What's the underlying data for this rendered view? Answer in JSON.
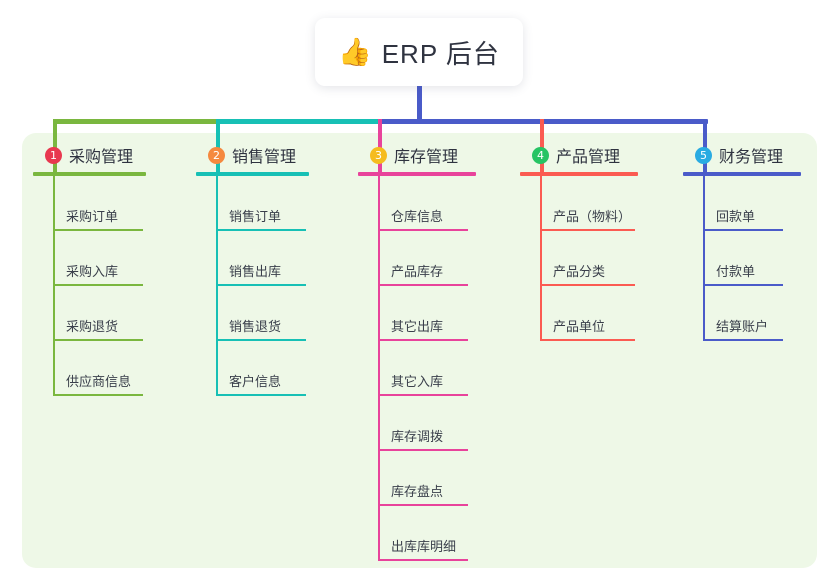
{
  "root": {
    "emoji": "👍",
    "emoji_name": "thumbs-up-icon",
    "title": "ERP 后台"
  },
  "theme": {
    "panel_bg": "#eef8e7",
    "card_bg": "#ffffff",
    "text": "#2f3340",
    "trunk": "#4a5bc9"
  },
  "columns": [
    {
      "number": "1",
      "title": "采购管理",
      "badge_color": "#e8384f",
      "line_color": "#7ab73f",
      "items": [
        {
          "label": "采购订单"
        },
        {
          "label": "采购入库"
        },
        {
          "label": "采购退货"
        },
        {
          "label": "供应商信息"
        }
      ]
    },
    {
      "number": "2",
      "title": "销售管理",
      "badge_color": "#f5893f",
      "line_color": "#17c0b5",
      "items": [
        {
          "label": "销售订单"
        },
        {
          "label": "销售出库"
        },
        {
          "label": "销售退货"
        },
        {
          "label": "客户信息"
        }
      ]
    },
    {
      "number": "3",
      "title": "库存管理",
      "badge_color": "#f5bc1f",
      "line_color": "#e8439b",
      "items": [
        {
          "label": "仓库信息"
        },
        {
          "label": "产品库存"
        },
        {
          "label": "其它出库"
        },
        {
          "label": "其它入库"
        },
        {
          "label": "库存调拨"
        },
        {
          "label": "库存盘点"
        },
        {
          "label": "出库库明细"
        }
      ]
    },
    {
      "number": "4",
      "title": "产品管理",
      "badge_color": "#27c464",
      "line_color": "#fb5b52",
      "items": [
        {
          "label": "产品（物料）"
        },
        {
          "label": "产品分类"
        },
        {
          "label": "产品单位"
        }
      ]
    },
    {
      "number": "5",
      "title": "财务管理",
      "badge_color": "#29abe2",
      "line_color": "#4a5bc9",
      "items": [
        {
          "label": "回款单"
        },
        {
          "label": "付款单"
        },
        {
          "label": "结算账户"
        }
      ]
    }
  ]
}
